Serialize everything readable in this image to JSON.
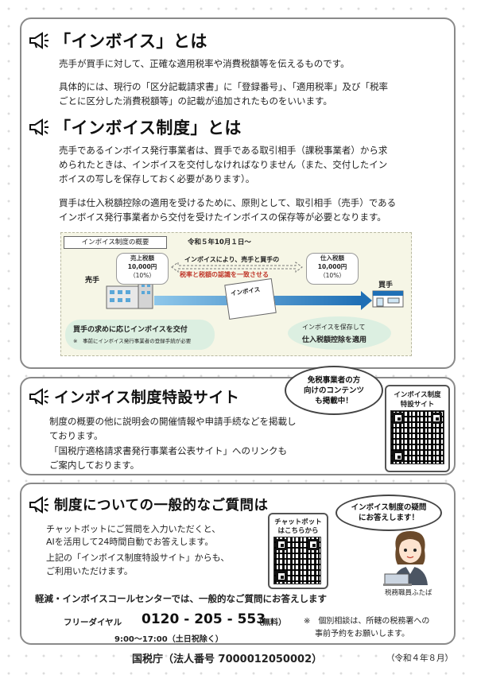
{
  "section1": {
    "title": "「インボイス」とは",
    "p1": "売手が買手に対して、正確な適用税率や消費税額等を伝えるものです。",
    "p2a": "具体的には、現行の「区分記載請求書」に「登録番号」、「適用税率」及び「税率",
    "p2b": "ごとに区分した消費税額等」の記載が追加されたものをいいます。"
  },
  "section2": {
    "title": "「インボイス制度」とは",
    "p1a": "売手であるインボイス発行事業者は、買手である取引相手（課税事業者）から求",
    "p1b": "められたときは、インボイスを交付しなければなりません（また、交付したイン",
    "p1c": "ボイスの写しを保存しておく必要があります）。",
    "p2a": "買手は仕入税額控除の適用を受けるために、原則として、取引相手（売手）である",
    "p2b": "インボイス発行事業者から交付を受けたインボイスの保存等が必要となります。"
  },
  "diagram": {
    "header": "インボイス制度の概要",
    "date": "令和５年10月１日～",
    "seller": "売手",
    "buyer": "買手",
    "sales_tax_label": "売上税額",
    "sales_amount": "10,000円",
    "sales_rate": "（10%）",
    "purchase_tax_label": "仕入税額",
    "purchase_amount": "10,000円",
    "purchase_rate": "（10%）",
    "center1": "インボイスにより、売手と買手の",
    "center2": "税率と税額の認識を一致させる",
    "invoice_label": "インボイス",
    "seller_note": "買手の求めに応じインボイスを交付",
    "seller_subnote": "※　事前にインボイス発行事業者の登録手続が必要",
    "buyer_note1": "インボイスを保存して",
    "buyer_note2": "仕入税額控除を適用"
  },
  "section3": {
    "title": "インボイス制度特設サイト",
    "bubble1": "免税事業者の方",
    "bubble2": "向けのコンテンツ",
    "bubble3": "も掲載中！",
    "p1a": "制度の概要の他に説明会の開催情報や申請手続などを掲載し",
    "p1b": "ております。",
    "p2a": "「国税庁適格請求書発行事業者公表サイト」へのリンクも",
    "p2b": "ご案内しております。",
    "qr_label1": "インボイス制度",
    "qr_label2": "特設サイト"
  },
  "section4": {
    "title": "制度についての一般的なご質問は",
    "p1a": "チャットボットにご質問を入力いただくと、",
    "p1b": "AIを活用して24時間自動でお答えします。",
    "p2a": "上記の「インボイス制度特設サイト」からも、",
    "p2b": "ご利用いただけます。",
    "chatbot1": "チャットボット",
    "chatbot2": "はこちらから",
    "bubble1": "インボイス制度の疑問",
    "bubble2": "にお答えします！",
    "mascot_name": "税務職員ふたば",
    "callcenter": "軽減・インボイスコールセンターでは、一般的なご質問にお答えします",
    "freedial_label": "フリーダイヤル",
    "phone": "0120 - 205 - 553",
    "free": "（無料）",
    "hours": "9:00～17:00（土日祝除く）",
    "note1": "※　個別相談は、所轄の税務署への",
    "note2": "事前予約をお願いします。"
  },
  "footer": {
    "agency": "国税庁（法人番号 7000012050002）",
    "date": "（令和４年８月）"
  }
}
